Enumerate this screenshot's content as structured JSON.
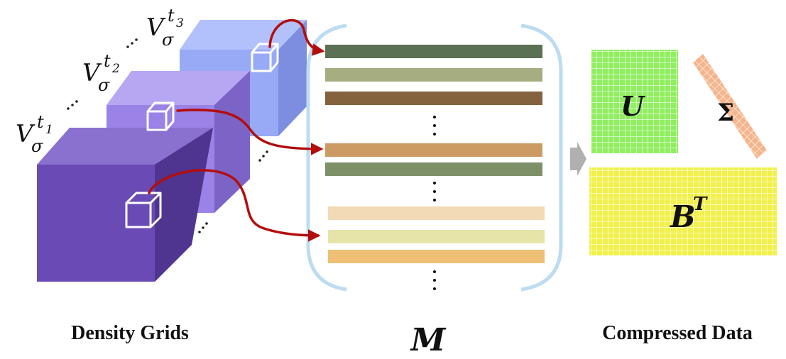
{
  "grids": [
    {
      "label_base": "V",
      "label_sub": "σ",
      "label_sup_main": "t",
      "label_sup_index": "1",
      "color_front": "#6a4bb5",
      "color_side": "#4f3590",
      "color_top": "#8a70cf"
    },
    {
      "label_base": "V",
      "label_sub": "σ",
      "label_sup_main": "t",
      "label_sup_index": "2",
      "color_front": "#9a82e6",
      "color_side": "#7c64c6",
      "color_top": "#b7a6f2"
    },
    {
      "label_base": "V",
      "label_sub": "σ",
      "label_sup_main": "t",
      "label_sup_index": "3",
      "color_front": "#98aaf6",
      "color_side": "#7d8ee0",
      "color_top": "#b2c0fb"
    }
  ],
  "matrix": {
    "label": "M",
    "rows": [
      {
        "color": "#5b7153"
      },
      {
        "color": "#a6ad80"
      },
      {
        "color": "#85623e"
      },
      {
        "color": "#cc9b63"
      },
      {
        "color": "#7e9068"
      },
      {
        "color": "#f2dab5"
      },
      {
        "color": "#e6e4a8"
      },
      {
        "color": "#eebf75"
      }
    ],
    "bracket_color": "#bcdcf2"
  },
  "compressed": {
    "u_label": "U",
    "sigma_label": "Σ",
    "bt_base": "B",
    "bt_sup": "T",
    "u_color": "#90ee60",
    "sigma_color": "#f4b58c",
    "bt_color": "#f1f04c",
    "arrow_color": "#b0b0b0"
  },
  "arrow_color": "#b30d0d",
  "captions": {
    "left": "Density Grids",
    "middle": "M",
    "right": "Compressed Data"
  }
}
